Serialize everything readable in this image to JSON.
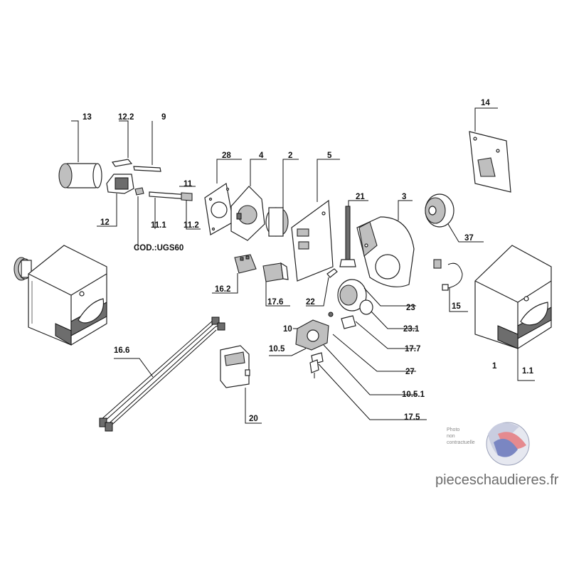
{
  "callouts": {
    "c13": "13",
    "c12_2": "12.2",
    "c9": "9",
    "c28": "28",
    "c4": "4",
    "c2": "2",
    "c5": "5",
    "c11": "11",
    "c12": "12",
    "c11_1": "11.1",
    "c11_2": "11.2",
    "c_cod": "COD.:UGS60",
    "c14": "14",
    "c21": "21",
    "c3": "3",
    "c37": "37",
    "c16_2": "16.2",
    "c17_6": "17.6",
    "c22": "22",
    "c23": "23",
    "c23_1": "23.1",
    "c15": "15",
    "c17_7": "17.7",
    "c10": "10",
    "c10_5": "10.5",
    "c27": "27",
    "c16_6": "16.6",
    "c10_5_1": "10.5.1",
    "c17_5": "17.5",
    "c20": "20",
    "c1": "1",
    "c1_1": "1.1"
  },
  "watermark": {
    "note_line1": "Photo",
    "note_line2": "non",
    "note_line3": "contractuelle",
    "site": "pieceschaudieres.fr",
    "logo_colors": [
      "#2a3a8c",
      "#d8323a",
      "#9aa0b8"
    ]
  }
}
